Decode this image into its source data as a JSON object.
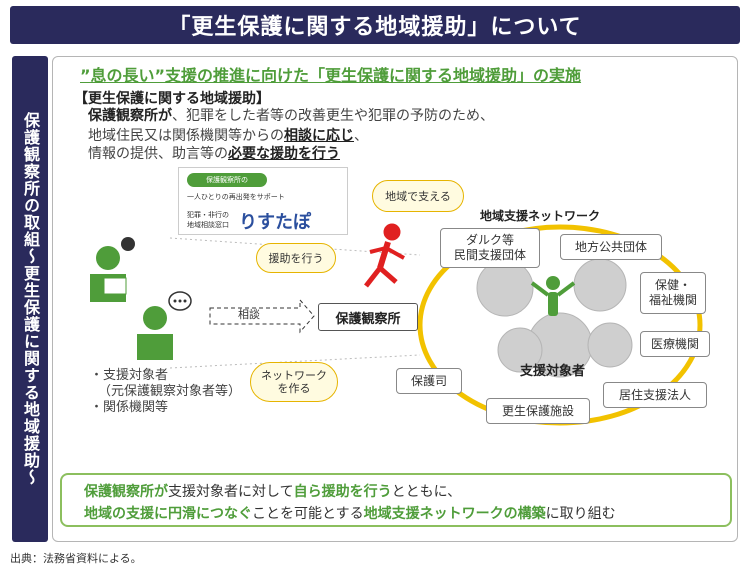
{
  "title": "「更生保護に関する地域援助」について",
  "side_label": "保護観察所の取組〜更生保護に関する地域援助〜",
  "headline": "”息の長い”支援の推進に向けた「更生保護に関する地域援助」の実施",
  "box_title": "【更生保護に関する地域援助】",
  "desc": {
    "l1_strong": "保護観察所が",
    "l1_rest": "、犯罪をした者等の改善更生や犯罪の予防のため、",
    "l2_pre": "地域住民又は関係機関等からの",
    "l2_strong": "相談に応じ",
    "l2_post": "、",
    "l3_pre": "情報の提供、助言等の",
    "l3_strong": "必要な援助を行う"
  },
  "banner": {
    "badge": "保護観察所の",
    "sub": "一人ひとりの再出発をサポート",
    "desk_1": "犯罪・非行の",
    "desk_2": "地域相談窓口",
    "name": "りすたぽ"
  },
  "clouds": {
    "support_region": "地域で支える",
    "help": "援助を行う",
    "network": "ネットワーク\nを作る"
  },
  "network_title": "地域支援ネットワーク",
  "nodes": {
    "darc": "ダルク等\n民間支援団体",
    "local_gov": "地方公共団体",
    "health": "保健・\n福祉機関",
    "medical": "医療機関",
    "housing": "居住支援法人",
    "rehab": "更生保護施設",
    "volunteer": "保護司"
  },
  "center": "保護観察所",
  "consult": "相談",
  "targets": {
    "t1": "・支援対象者",
    "t1b": "（元保護観察対象者等）",
    "t2": "・関係機関等"
  },
  "target_label": "支援対象者",
  "bottom": {
    "a1": "保護観察所が",
    "a2": "支援対象者に対して",
    "a3": "自ら援助を行う",
    "a4": "とともに、",
    "b1": "地域の支援に円滑につなぐ",
    "b2": "ことを可能とする",
    "b3": "地域支援ネットワークの構築",
    "b4": "に取り組む"
  },
  "source": "出典：法務省資料による。",
  "colors": {
    "navy": "#2a2a5c",
    "green": "#4f9d3a",
    "gold": "#e6b400",
    "red": "#e02020"
  }
}
